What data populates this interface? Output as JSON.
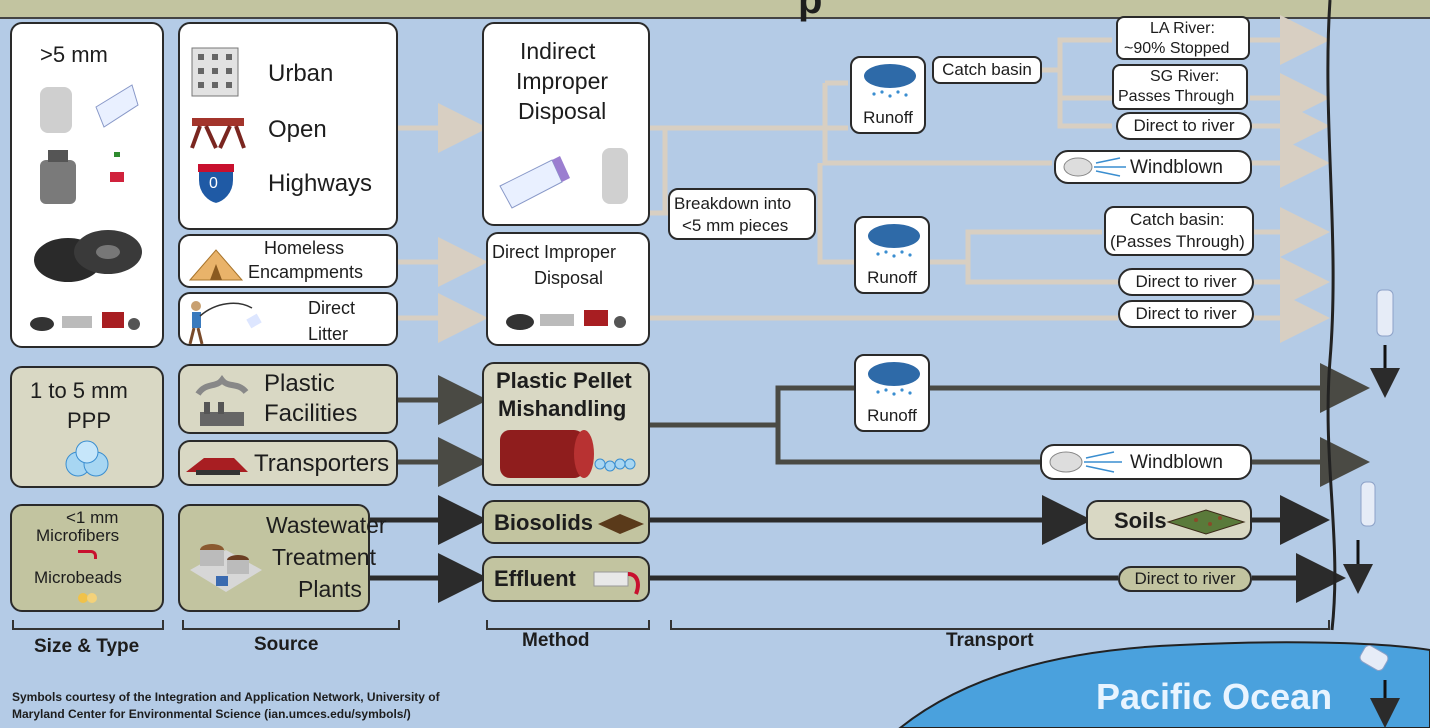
{
  "header": {
    "fragment": "p"
  },
  "colors": {
    "background": "#b4cbe6",
    "box_white": "#ffffff",
    "box_gray": "#d9d8c4",
    "box_olive": "#c2c4a0",
    "arrow_light": "#d8cfc2",
    "arrow_dark": "#2b2b2b",
    "ocean": "#4aa1dd",
    "ocean_text": "#e8f4ff"
  },
  "size_type": {
    "large": "&gt;5 mm",
    "medium_line1": "1 to 5 mm",
    "medium_line2": "PPP",
    "small_line1": "&lt;1 mm",
    "small_line2": "Microfibers",
    "small_line3": "Microbeads"
  },
  "source": {
    "urban": "Urban",
    "open": "Open",
    "highways": "Highways",
    "highway_shield": "0",
    "homeless_1": "Homeless",
    "homeless_2": "Encampments",
    "litter_1": "Direct",
    "litter_2": "Litter",
    "facilities_1": "Plastic",
    "facilities_2": "Facilities",
    "transporters": "Transporters",
    "wastewater_1": "Wastewater",
    "wastewater_2": "Treatment",
    "wastewater_3": "Plants"
  },
  "method": {
    "indirect_1": "Indirect",
    "indirect_2": "Improper",
    "indirect_3": "Disposal",
    "direct_1": "Direct Improper",
    "direct_2": "Disposal",
    "breakdown_1": "Breakdown into",
    "breakdown_2": "&lt;5 mm pieces",
    "pellet_1": "Plastic Pellet",
    "pellet_2": "Mishandling",
    "biosolids": "Biosolids",
    "effluent": "Effluent"
  },
  "transport": {
    "runoff": "Runoff",
    "catch_basin": "Catch basin",
    "la_river_1": "LA River:",
    "la_river_2": "~90% Stopped",
    "sg_river_1": "SG River:",
    "sg_river_2": "Passes Through",
    "direct_to_river": "Direct to river",
    "windblown": "Windblown",
    "catch_basin_2_1": "Catch basin:",
    "catch_basin_2_2": "(Passes Through)",
    "soils": "Soils"
  },
  "footer": {
    "size_type": "Size &amp; Type",
    "source": "Source",
    "method": "Method",
    "transport": "Transport",
    "credit_1": "Symbols courtesy of the Integration and Application Network, University of",
    "credit_2": "Maryland Center for Environmental Science (ian.umces.edu/symbols/)",
    "ocean": "Pacific Ocean"
  }
}
